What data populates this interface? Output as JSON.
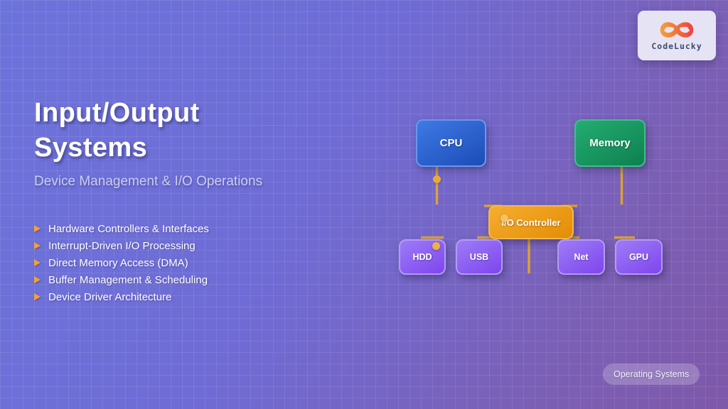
{
  "slide": {
    "title_lines": [
      "Input/Output",
      "Systems"
    ],
    "subtitle": "Device Management & I/O Operations",
    "bullets": [
      "Hardware Controllers & Interfaces",
      "Interrupt-Driven I/O Processing",
      "Direct Memory Access (DMA)",
      "Buffer Management & Scheduling",
      "Device Driver Architecture"
    ],
    "badge_label": "Operating Systems"
  },
  "logo": {
    "brand": "CodeLucky",
    "icon": "infinity-icon",
    "gradient_start": "#f59c38",
    "gradient_end": "#ee4740",
    "card_color": "#e6e4f4"
  },
  "diagram": {
    "nodes": [
      {
        "id": "cpu",
        "label": "CPU",
        "color": "#2b62cf"
      },
      {
        "id": "memory",
        "label": "Memory",
        "color": "#17995f"
      },
      {
        "id": "io-controller",
        "label": "I/O Controller",
        "color": "#ef9d18"
      },
      {
        "id": "hdd",
        "label": "HDD",
        "color": "#8a5cf3"
      },
      {
        "id": "usb",
        "label": "USB",
        "color": "#8a5cf3"
      },
      {
        "id": "net",
        "label": "Net",
        "color": "#8a5cf3"
      },
      {
        "id": "gpu",
        "label": "GPU",
        "color": "#8a5cf3"
      }
    ],
    "edges": [
      {
        "from": "cpu",
        "to": "io-controller"
      },
      {
        "from": "memory",
        "to": "io-controller"
      },
      {
        "from": "io-controller",
        "to": "hdd"
      },
      {
        "from": "io-controller",
        "to": "usb"
      },
      {
        "from": "io-controller",
        "to": "net"
      },
      {
        "from": "io-controller",
        "to": "gpu"
      }
    ],
    "connector_color": "#d9a13a",
    "packet_color": "#edb33f"
  },
  "colors": {
    "background_start": "#6c73da",
    "background_end": "#7e58a9",
    "bullet_arrow": "#f2a32d",
    "title_text": "#ffffff",
    "subtitle_text": "#c9cdf2"
  }
}
